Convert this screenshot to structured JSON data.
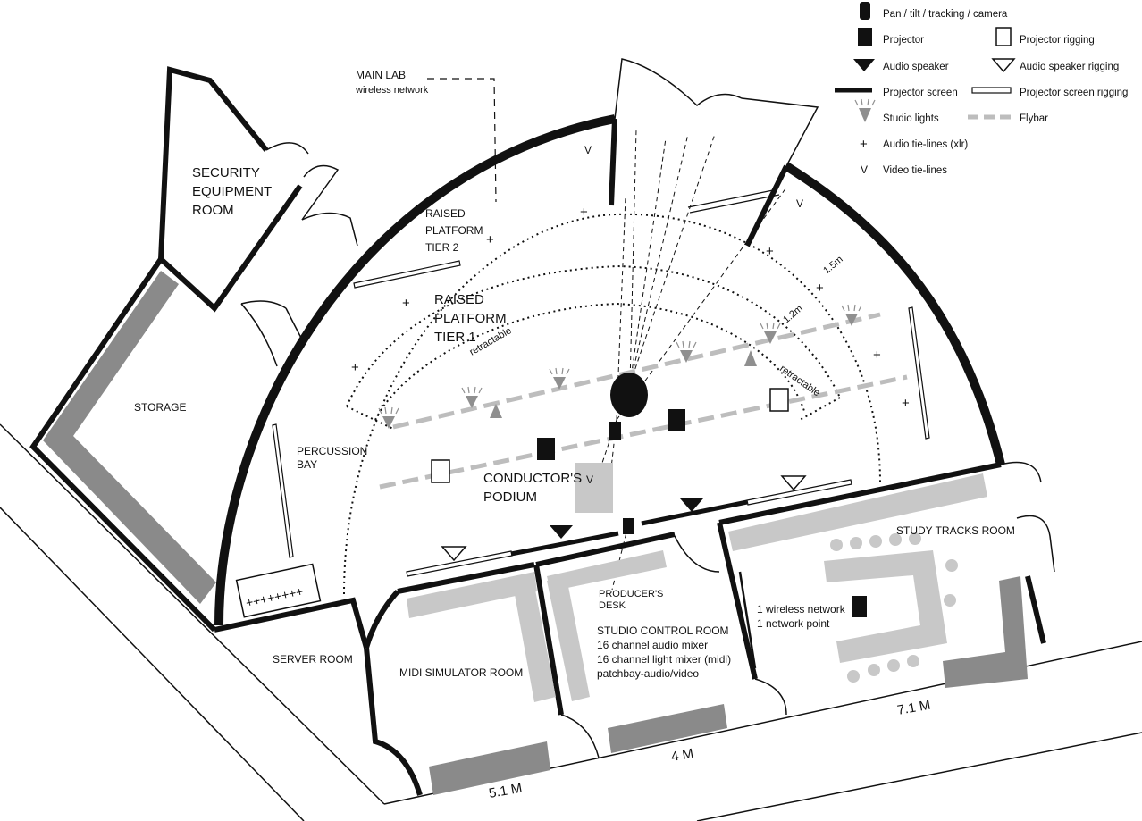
{
  "legend": {
    "camera": "Pan / tilt / tracking / camera",
    "projector": "Projector",
    "projector_rigging": "Projector rigging",
    "audio_speaker": "Audio speaker",
    "audio_speaker_rigging": "Audio speaker rigging",
    "projector_screen": "Projector screen",
    "projector_screen_rigging": "Projector screen rigging",
    "studio_lights": "Studio lights",
    "flybar": "Flybar",
    "audio_tielines": "Audio tie-lines (xlr)",
    "video_tielines": "Video tie-lines",
    "plus_symbol": "+",
    "v_symbol": "V"
  },
  "rooms": {
    "main_lab": "MAIN LAB",
    "main_lab_sub": "wireless network",
    "security_1": "SECURITY",
    "security_2": "EQUIPMENT",
    "security_3": "ROOM",
    "storage": "STORAGE",
    "percussion_1": "PERCUSSION",
    "percussion_2": "BAY",
    "tier2_1": "RAISED",
    "tier2_2": "PLATFORM",
    "tier2_3": "TIER 2",
    "tier1_1": "RAISED",
    "tier1_2": "PLATFORM",
    "tier1_3": "TIER 1",
    "retractable_left": "retractable",
    "retractable_right": "retractable",
    "dist_15": "1.5m",
    "dist_12": "1.2m",
    "podium_1": "CONDUCTOR'S",
    "podium_2": "PODIUM",
    "podium_v": "V",
    "server": "SERVER ROOM",
    "midi": "MIDI SIMULATOR ROOM",
    "producer_1": "PRODUCER'S",
    "producer_2": "DESK",
    "control_1": "STUDIO CONTROL ROOM",
    "control_2": "16 channel audio mixer",
    "control_3": "16 channel light mixer (midi)",
    "control_4": "patchbay-audio/video",
    "study": "STUDY TRACKS ROOM",
    "study_net_1": "1 wireless network",
    "study_net_2": "1 network point",
    "dim_51": "5.1 M",
    "dim_4": "4 M",
    "dim_71": "7.1 M",
    "patch_plus": "++++++++"
  },
  "colors": {
    "wall": "#111111",
    "dark_grey": "#8a8a8a",
    "light_grey": "#c8c8c8",
    "flybar": "#bdbdbd",
    "light_icon": "#8f8f8f"
  }
}
